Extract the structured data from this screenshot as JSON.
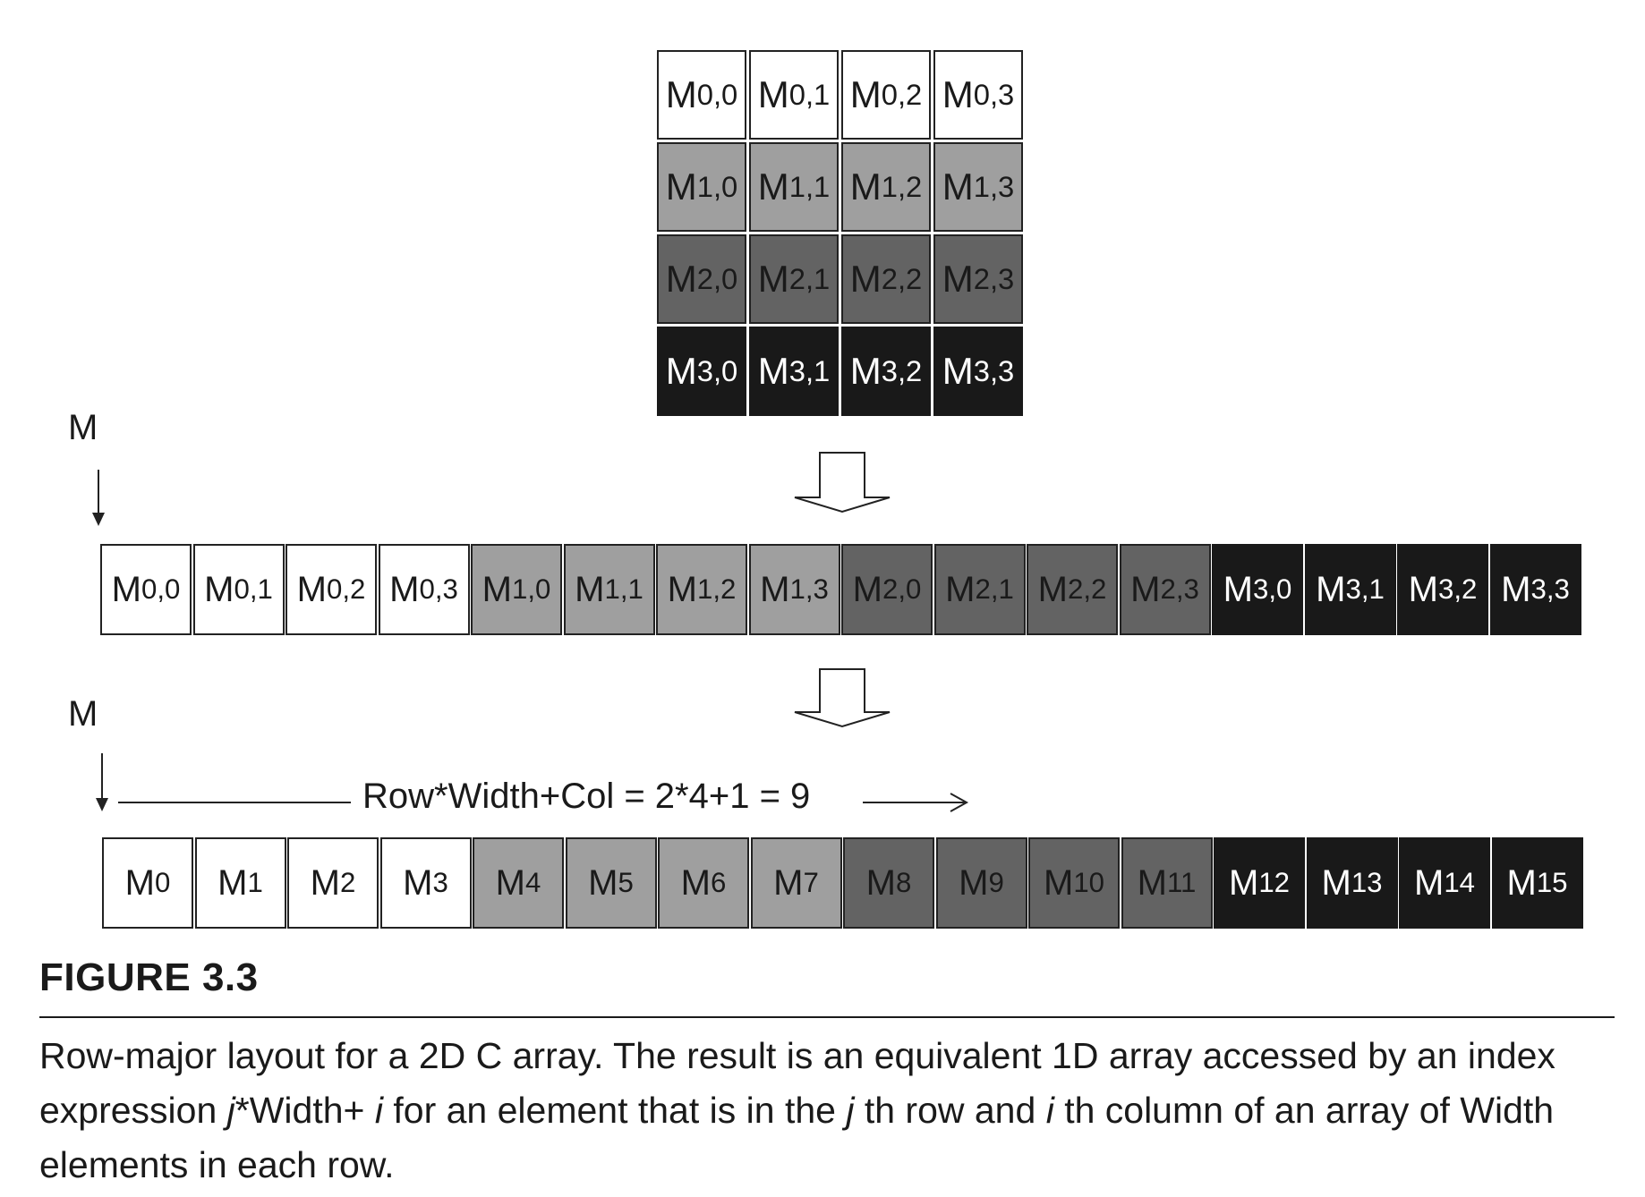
{
  "matrix_grid": {
    "rows": [
      [
        {
          "base": "M",
          "sub": "0,0"
        },
        {
          "base": "M",
          "sub": "0,1"
        },
        {
          "base": "M",
          "sub": "0,2"
        },
        {
          "base": "M",
          "sub": "0,3"
        }
      ],
      [
        {
          "base": "M",
          "sub": "1,0"
        },
        {
          "base": "M",
          "sub": "1,1"
        },
        {
          "base": "M",
          "sub": "1,2"
        },
        {
          "base": "M",
          "sub": "1,3"
        }
      ],
      [
        {
          "base": "M",
          "sub": "2,0"
        },
        {
          "base": "M",
          "sub": "2,1"
        },
        {
          "base": "M",
          "sub": "2,2"
        },
        {
          "base": "M",
          "sub": "2,3"
        }
      ],
      [
        {
          "base": "M",
          "sub": "3,0"
        },
        {
          "base": "M",
          "sub": "3,1"
        },
        {
          "base": "M",
          "sub": "3,2"
        },
        {
          "base": "M",
          "sub": "3,3"
        }
      ]
    ]
  },
  "flattened_2d": {
    "pointer_label": "M",
    "cells": [
      {
        "base": "M",
        "sub": "0,0",
        "shade": 0
      },
      {
        "base": "M",
        "sub": "0,1",
        "shade": 0
      },
      {
        "base": "M",
        "sub": "0,2",
        "shade": 0
      },
      {
        "base": "M",
        "sub": "0,3",
        "shade": 0
      },
      {
        "base": "M",
        "sub": "1,0",
        "shade": 1
      },
      {
        "base": "M",
        "sub": "1,1",
        "shade": 1
      },
      {
        "base": "M",
        "sub": "1,2",
        "shade": 1
      },
      {
        "base": "M",
        "sub": "1,3",
        "shade": 1
      },
      {
        "base": "M",
        "sub": "2,0",
        "shade": 2
      },
      {
        "base": "M",
        "sub": "2,1",
        "shade": 2
      },
      {
        "base": "M",
        "sub": "2,2",
        "shade": 2
      },
      {
        "base": "M",
        "sub": "2,3",
        "shade": 2
      },
      {
        "base": "M",
        "sub": "3,0",
        "shade": 3
      },
      {
        "base": "M",
        "sub": "3,1",
        "shade": 3
      },
      {
        "base": "M",
        "sub": "3,2",
        "shade": 3
      },
      {
        "base": "M",
        "sub": "3,3",
        "shade": 3
      }
    ]
  },
  "linear_1d": {
    "pointer_label": "M",
    "formula": "Row*Width+Col =  2*4+1 = 9",
    "cells": [
      {
        "base": "M",
        "sub": "0",
        "shade": 0
      },
      {
        "base": "M",
        "sub": "1",
        "shade": 0
      },
      {
        "base": "M",
        "sub": "2",
        "shade": 0
      },
      {
        "base": "M",
        "sub": "3",
        "shade": 0
      },
      {
        "base": "M",
        "sub": "4",
        "shade": 1
      },
      {
        "base": "M",
        "sub": "5",
        "shade": 1
      },
      {
        "base": "M",
        "sub": "6",
        "shade": 1
      },
      {
        "base": "M",
        "sub": "7",
        "shade": 1
      },
      {
        "base": "M",
        "sub": "8",
        "shade": 2
      },
      {
        "base": "M",
        "sub": "9",
        "shade": 2
      },
      {
        "base": "M",
        "sub": "10",
        "shade": 2
      },
      {
        "base": "M",
        "sub": "11",
        "shade": 2
      },
      {
        "base": "M",
        "sub": "12",
        "shade": 3
      },
      {
        "base": "M",
        "sub": "13",
        "shade": 3
      },
      {
        "base": "M",
        "sub": "14",
        "shade": 3
      },
      {
        "base": "M",
        "sub": "15",
        "shade": 3
      }
    ]
  },
  "caption": {
    "title": "FIGURE 3.3",
    "text_1": "Row-major layout for a 2D C array. The result is an equivalent 1D array accessed by an index expression ",
    "var_j": "j",
    "text_2": "*Width+ ",
    "var_i": "i",
    "text_3": " for an element that is in the ",
    "var_j2": "j",
    "text_4": " th row and ",
    "var_i2": "i",
    "text_5": " th column of an array of Width elements in each row."
  },
  "colors": {
    "row0": "#ffffff",
    "row1": "#9f9f9f",
    "row2": "#636363",
    "row3": "#191919",
    "ink": "#1a1a1a"
  }
}
